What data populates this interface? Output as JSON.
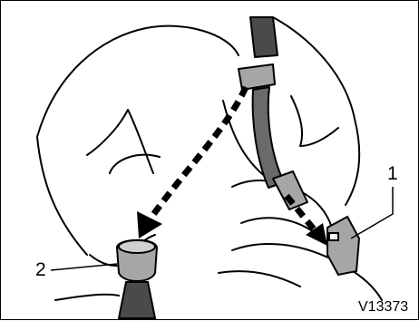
{
  "figure": {
    "callouts": [
      {
        "id": "1",
        "label": "1"
      },
      {
        "id": "2",
        "label": "2"
      }
    ],
    "code": "V13373"
  },
  "colors": {
    "line": "#000000",
    "belt_fill": "#a6a6a6",
    "belt_dark": "#4a4a4a",
    "background": "#ffffff"
  },
  "icons": {
    "arrow": "dashed-arrow-icon"
  }
}
